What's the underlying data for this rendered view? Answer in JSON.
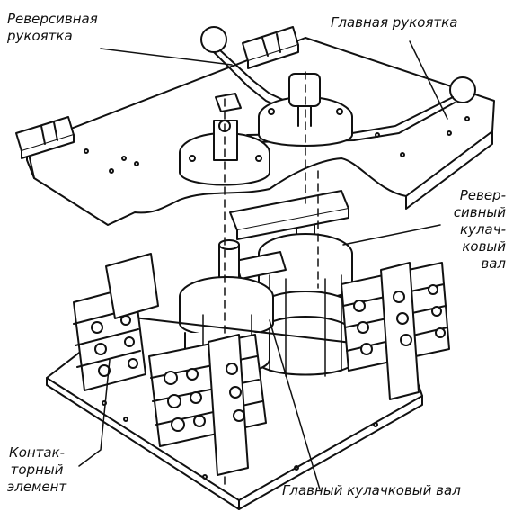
{
  "labels": {
    "reversing_handle": [
      "Реверсивная",
      "рукоятка"
    ],
    "main_handle": "Главная рукоятка",
    "reversing_cam_shaft": [
      "Ревер-",
      "сивный",
      "кулач-",
      "ковый",
      "вал"
    ],
    "contact_element": [
      "Контак-",
      "торный",
      "элемент"
    ],
    "main_cam_shaft": "Главный кулачковый вал"
  },
  "colors": {
    "ink": "#111111",
    "paper": "#ffffff"
  }
}
